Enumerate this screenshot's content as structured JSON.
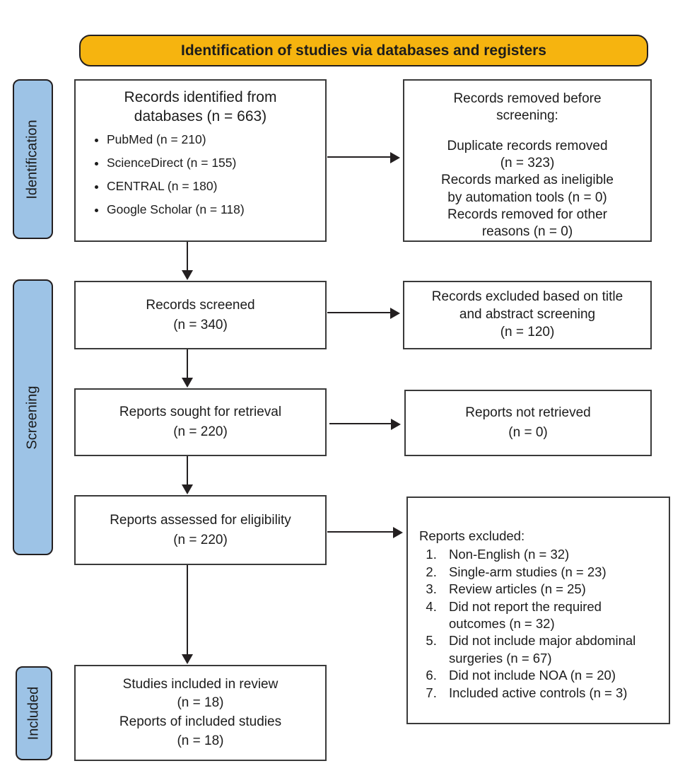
{
  "banner": {
    "label": "Identification of studies via databases and registers"
  },
  "colors": {
    "banner_bg": "#F6B40F",
    "stage_bg": "#9DC3E6",
    "ink": "#231F20",
    "box_border": "#3a3a3a"
  },
  "stages": [
    {
      "label": "Identification"
    },
    {
      "label": "Screening"
    },
    {
      "label": "Included"
    }
  ],
  "boxes": {
    "identified": {
      "title_line1": "Records identified from",
      "title_line2": "databases (n = 663)",
      "bullets": [
        "PubMed (n = 210)",
        "ScienceDirect (n = 155)",
        "CENTRAL (n = 180)",
        "Google Scholar (n = 118)"
      ]
    },
    "removed": {
      "title_line1": "Records removed before",
      "title_line2": "screening:",
      "lines": [
        "Duplicate records removed",
        "(n = 323)",
        "Records marked as ineligible",
        "by automation tools (n = 0)",
        "Records removed for other",
        "reasons (n = 0)"
      ]
    },
    "screened": {
      "lines": [
        "Records screened",
        "(n = 340)"
      ]
    },
    "excluded_screening": {
      "lines": [
        "Records excluded based on title",
        "and abstract screening",
        "(n = 120)"
      ]
    },
    "sought": {
      "lines": [
        "Reports sought for retrieval",
        "(n = 220)"
      ]
    },
    "not_retrieved": {
      "lines": [
        "Reports not retrieved",
        "(n = 0)"
      ]
    },
    "assessed": {
      "lines": [
        "Reports assessed for eligibility",
        "(n = 220)"
      ]
    },
    "reports_excluded": {
      "title": "Reports excluded:",
      "items": [
        "Non-English (n = 32)",
        "Single-arm studies (n = 23)",
        "Review articles (n = 25)",
        "Did not report the required outcomes (n = 32)",
        "Did not include major abdominal surgeries (n = 67)",
        "Did not include NOA (n = 20)",
        "Included active controls (n = 3)"
      ]
    },
    "included": {
      "lines": [
        "Studies included in review",
        "(n = 18)",
        "Reports of included studies",
        "(n = 18)"
      ]
    }
  }
}
